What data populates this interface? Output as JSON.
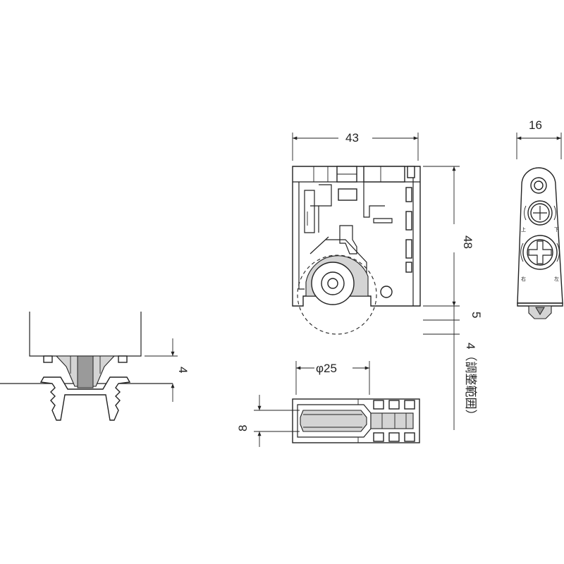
{
  "dimensions": {
    "width_43": "43",
    "height_48": "48",
    "depth_16": "16",
    "gap_5": "5",
    "adjust_range": "4（調整範囲）",
    "wheel_phi25": "φ25",
    "thickness_8": "8",
    "rail_4": "4"
  },
  "side_markings": {
    "up": "上",
    "down": "下",
    "right": "右",
    "left": "左"
  }
}
